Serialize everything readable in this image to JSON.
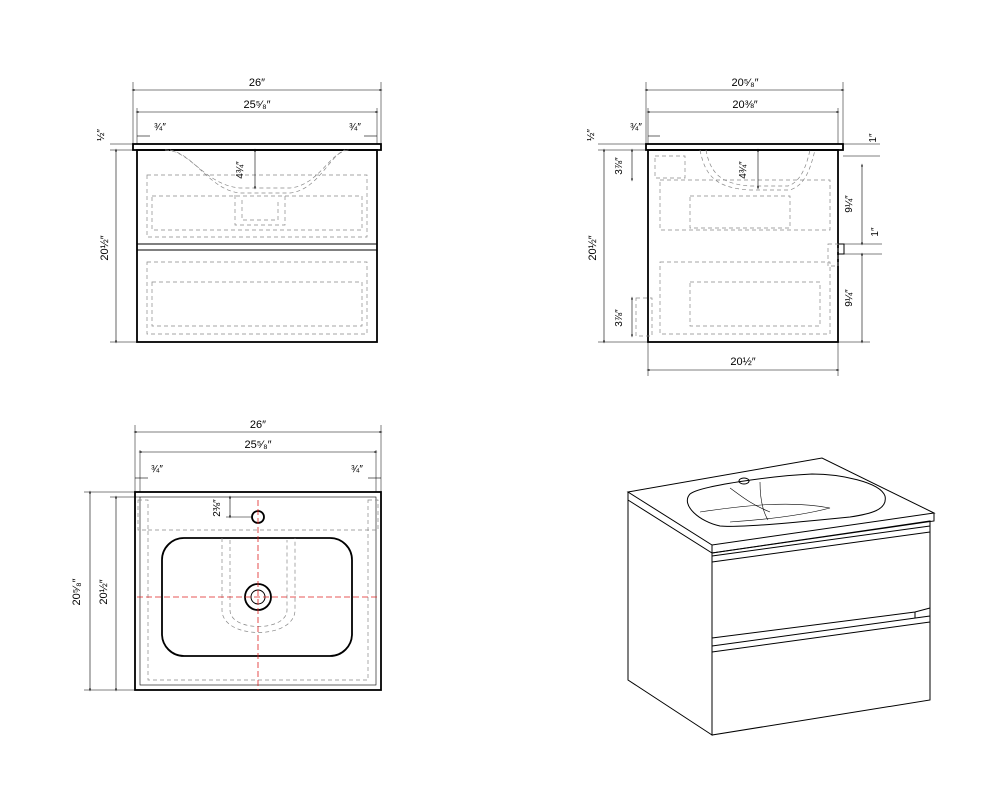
{
  "dimensions": {
    "front_width_overall": "26″",
    "front_width_inner": "25⁵⁄₈″",
    "front_side_left": "¾″",
    "front_side_right": "¾″",
    "front_top_thickness": "½″",
    "front_basin_depth": "4¾″",
    "front_height": "20½″",
    "side_depth_overall": "20⁵⁄₈″",
    "side_depth_inner": "20⅜″",
    "side_top_thickness": "½″",
    "side_front_inset": "¾″",
    "side_right_gap": "1″",
    "side_bracket_top": "3⅞″",
    "side_basin_depth": "4¾″",
    "side_upper_drawer": "9¼″",
    "side_mid_gap": "1″",
    "side_lower_drawer": "9¼″",
    "side_height": "20½″",
    "side_bracket_bottom": "3⅞″",
    "side_bottom_depth": "20½″",
    "top_width_overall": "26″",
    "top_width_inner": "25⁵⁄₈″",
    "top_side_left": "¾″",
    "top_side_right": "¾″",
    "top_tap_offset": "2⅜″",
    "top_depth_overall": "20⁵⁄₈″",
    "top_depth_inner": "20½″"
  },
  "colors": {
    "line": "#000000",
    "hidden_line": "#888888",
    "center_line": "#e02020",
    "background": "#ffffff"
  }
}
